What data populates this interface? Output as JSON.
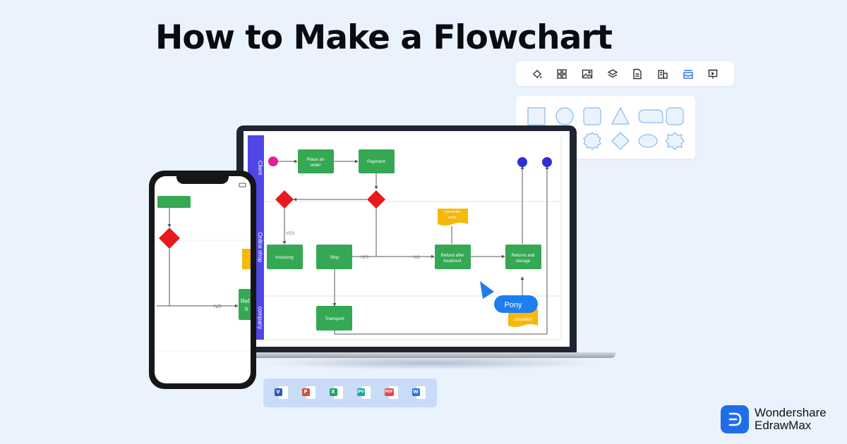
{
  "page": {
    "title": "How to Make a Flowchart"
  },
  "toolbar": {
    "icons": [
      "fill-icon",
      "grid-icon",
      "image-icon",
      "layers-icon",
      "document-icon",
      "building-icon",
      "archive-icon",
      "presentation-icon"
    ],
    "active_color": "#2f6fe4"
  },
  "shapes_panel": {
    "shapes": [
      "rectangle",
      "circle",
      "rounded-rectangle",
      "triangle",
      "leaf",
      "rounded-square",
      "hexagon",
      "star",
      "seal-12",
      "diamond",
      "ellipse",
      "seal-10"
    ],
    "stroke_color": "#74aee4",
    "fill_color": "#eaf3fd"
  },
  "flowchart": {
    "lanes": [
      "Client",
      "Online shop",
      "company"
    ],
    "lane_color": "#4f46e5",
    "process_color": "#35a854",
    "decision_color": "#e8191f",
    "note_color": "#f6b80b",
    "start_color": "#e01f93",
    "end_color": "#2d2fd7",
    "nodes": {
      "place_order": "Place an order",
      "payment": "Payment",
      "invoicing": "Invoicing",
      "ship": "Ship",
      "refund": "Refund after treatment",
      "returns": "Returns and storage",
      "transport": "Transport",
      "cancel_order": "Cancel the order",
      "order_cancelled": "cancelled"
    },
    "labels": {
      "yes": "YES",
      "no": "NO"
    },
    "cursor_label": "Pony",
    "cursor_color": "#1e7ef0"
  },
  "phone": {
    "labels": {
      "no": "NO"
    },
    "node_fragment": "Ref",
    "node_fragment2": "tr"
  },
  "export_formats": [
    {
      "name": "visio",
      "label": "V",
      "color": "#2a5bb8"
    },
    {
      "name": "powerpoint",
      "label": "P",
      "color": "#d35230"
    },
    {
      "name": "excel",
      "label": "X",
      "color": "#21a366"
    },
    {
      "name": "jpg",
      "label": "JPG",
      "color": "#1aa6a1"
    },
    {
      "name": "pdf",
      "label": "PDF",
      "color": "#e5484d"
    },
    {
      "name": "word",
      "label": "W",
      "color": "#2f6fe4"
    }
  ],
  "brand": {
    "line1": "Wondershare",
    "line2": "EdrawMax",
    "color": "#1f6de9"
  }
}
